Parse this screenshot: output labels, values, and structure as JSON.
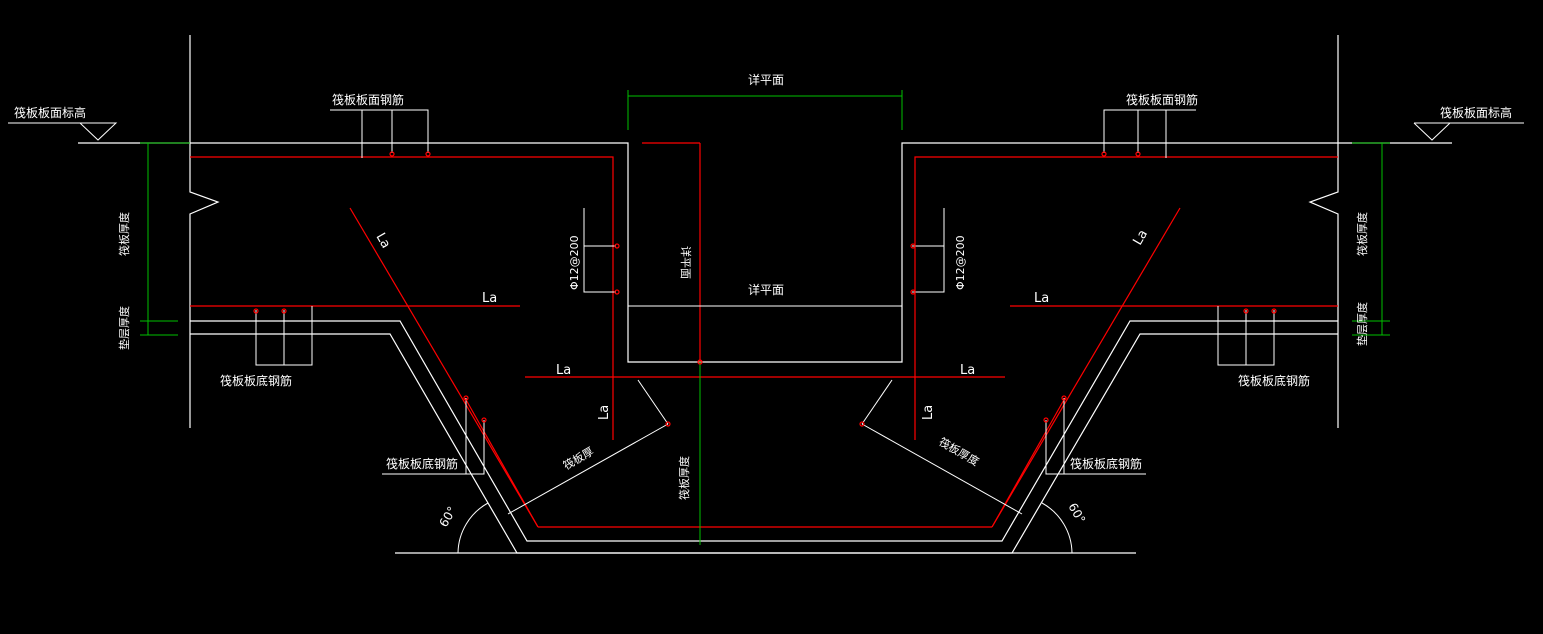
{
  "labels": {
    "raft_top_elev_left": "筏板板面标高",
    "raft_top_elev_right": "筏板板面标高",
    "raft_top_rebar_left": "筏板板面钢筋",
    "raft_top_rebar_right": "筏板板面钢筋",
    "see_plan_top": "详平面",
    "see_plan_mid": "详平面",
    "see_plan_vertical": "详平面",
    "raft_thickness_left": "筏板厚度",
    "raft_thickness_right": "筏板厚度",
    "cushion_thickness_left": "垫层厚度",
    "cushion_thickness_right": "垫层厚度",
    "raft_bottom_rebar_left": "筏板板底钢筋",
    "raft_bottom_rebar_right": "筏板板底钢筋",
    "raft_bottom_rebar_slope_left": "筏板板底钢筋",
    "raft_bottom_rebar_slope_right": "筏板板底钢筋",
    "rebar_spec_left": "Φ12@200",
    "rebar_spec_right": "Φ12@200",
    "slope_thickness_left": "筏板厚",
    "slope_thickness_right": "筏板厚度",
    "pit_thickness": "筏板厚度",
    "la_diag_left": "La",
    "la_diag_right": "La",
    "la_h_left": "La",
    "la_h_right": "La",
    "la_lower_left": "La",
    "la_lower_right": "La",
    "la_vert_left": "La",
    "la_vert_right": "La",
    "angle_left": "60°",
    "angle_right": "60°"
  },
  "colors": {
    "background": "#000000",
    "concrete_line": "#ffffff",
    "rebar": "#ff0000",
    "dimension": "#00c000",
    "text": "#ffffff"
  }
}
